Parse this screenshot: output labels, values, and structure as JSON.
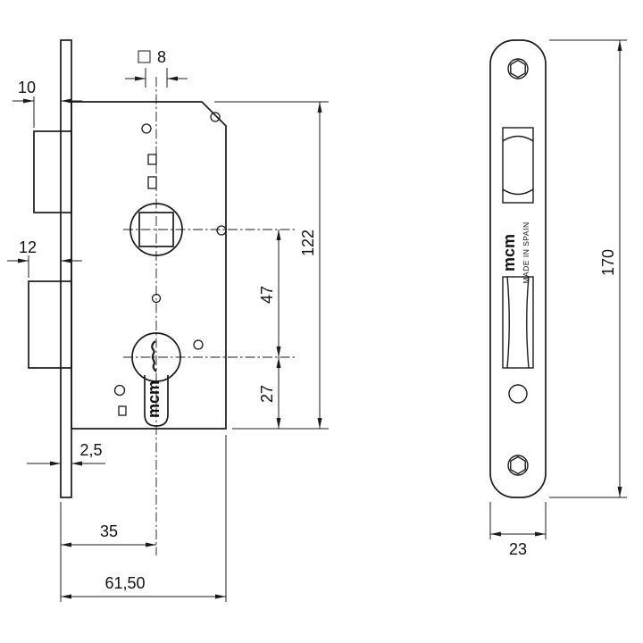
{
  "dims": {
    "spindle_square": "8",
    "latch_projection": "10",
    "deadbolt_projection": "12",
    "case_height": "122",
    "axis_distance": "47",
    "cylinder_to_bottom": "27",
    "plate_thickness": "2,5",
    "backset": "35",
    "case_depth": "61,50",
    "plate_length": "170",
    "plate_width": "23"
  },
  "brand": {
    "logo": "mcm",
    "made_in": "MADE IN SPAIN"
  },
  "colors": {
    "line": "#1b1b1b",
    "background": "#ffffff"
  }
}
